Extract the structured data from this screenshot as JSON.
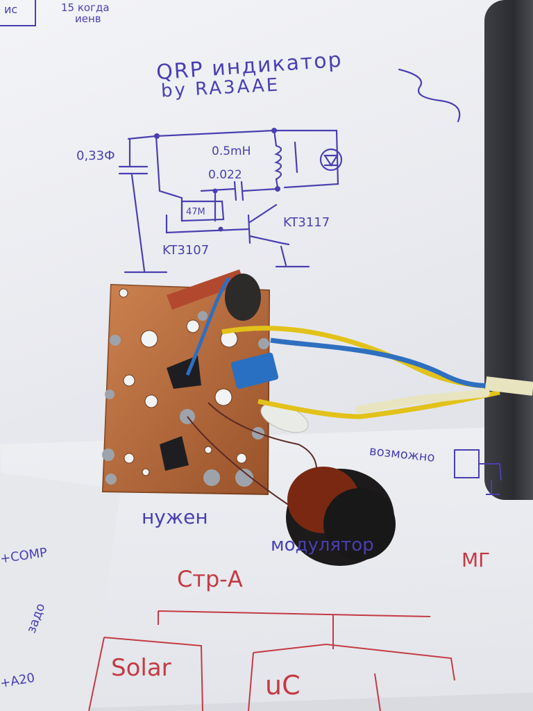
{
  "schematic": {
    "title_line1": "QRP индикатор",
    "title_line2": "by RA3AAE",
    "cap_label": "0,33Ф",
    "inductor_label": "0.5mH",
    "cap2_label": "0.022",
    "resistor_label": "47M",
    "transistor1_label": "KT3107",
    "transistor2_label": "KT3117"
  },
  "corner_notes": {
    "box_label": "ис",
    "note_line1": "15 когда",
    "note_line2": "иенв"
  },
  "lower_notes": {
    "possible": "возможно",
    "needed": "нужен",
    "word2": "модулятор",
    "mg": "МГ",
    "structure": "Стр-А",
    "solar": "Solar",
    "uc": "uC",
    "left1": "+COMP",
    "left2": "задо",
    "left3": "+A20"
  },
  "colors": {
    "ink_blue": "#4a3fb0",
    "ink_red": "#c43a44",
    "copper": "#b8693a",
    "wire_yellow": "#e2c21a",
    "wire_blue": "#2f6fc0"
  }
}
